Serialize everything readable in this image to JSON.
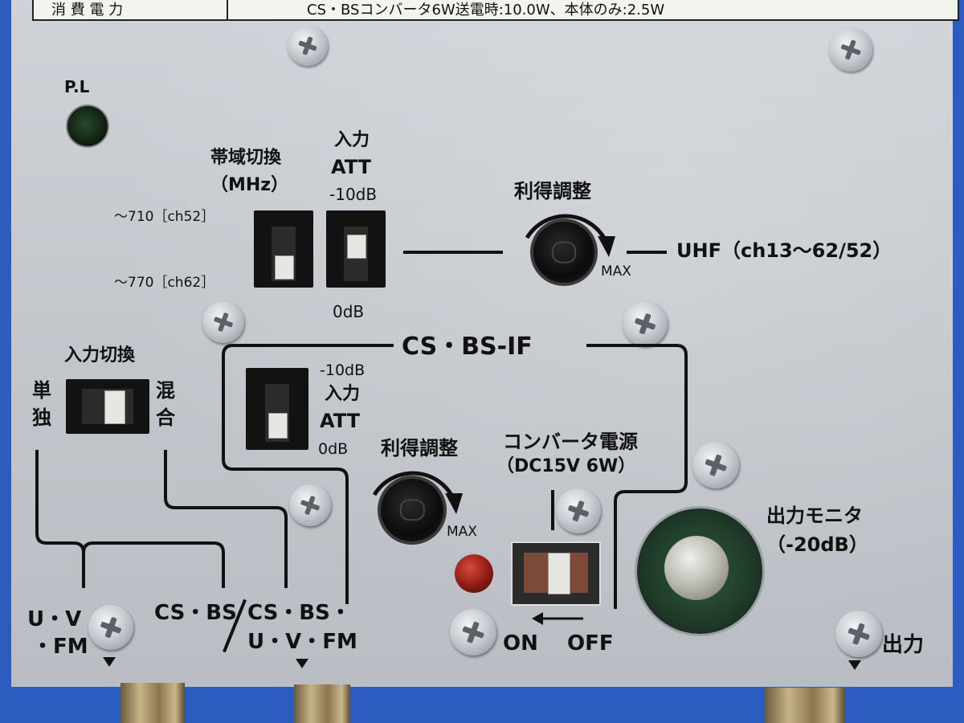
{
  "top_label": {
    "left": "消 費 電 力",
    "right": "CS・BSコンバータ6W送電時:10.0W、本体のみ:2.5W"
  },
  "pl_label": "P.L",
  "band_switch": {
    "title_line1": "帯域切換",
    "title_line2": "（MHz）",
    "upper": "〜710［ch52］",
    "lower": "〜770［ch62］"
  },
  "uhf_att": {
    "title_line1": "入力",
    "title_line2": "ATT",
    "top": "-10dB",
    "bottom": "0dB"
  },
  "uhf_gain": {
    "label": "利得調整",
    "max": "MAX",
    "output": "UHF（ch13〜62/52）"
  },
  "cs_bs_if": {
    "title": "CS・BS-IF",
    "att_top": "-10dB",
    "att_line1": "入力",
    "att_line2": "ATT",
    "att_bottom": "0dB",
    "gain_label": "利得調整",
    "gain_max": "MAX",
    "power_line1": "コンバータ電源",
    "power_line2": "（DC15V 6W）",
    "on": "ON",
    "off": "OFF"
  },
  "input_switch": {
    "title": "入力切換",
    "left_line1": "単",
    "left_line2": "独",
    "right_line1": "混",
    "right_line2": "合"
  },
  "monitor": {
    "line1": "出力モニタ",
    "line2": "（-20dB）"
  },
  "ports": {
    "uv_line1": "U・V",
    "uv_line2": "・FM",
    "csbs": "CS・BS",
    "mix_line1": "CS・BS・",
    "mix_line2": "U・V・FM",
    "output": "出力"
  }
}
